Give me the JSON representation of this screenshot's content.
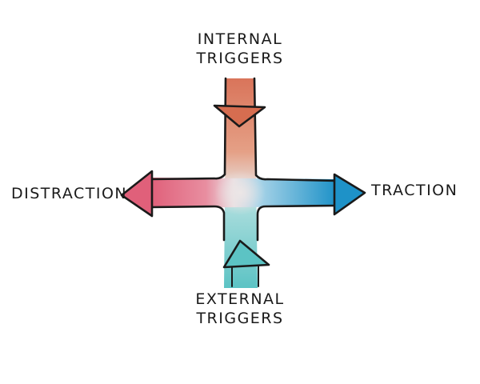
{
  "labels": {
    "internal_line1": "INTERNAL",
    "internal_line2": "TRIGGERS",
    "external_line1": "EXTERNAL",
    "external_line2": "TRIGGERS",
    "distraction": "DISTRACTION",
    "traction": "TRACTION"
  },
  "colors": {
    "internal": "#d9765a",
    "external": "#5cc3c4",
    "distraction": "#e0607a",
    "traction": "#1e92c8",
    "outline": "#1a1a1a"
  }
}
